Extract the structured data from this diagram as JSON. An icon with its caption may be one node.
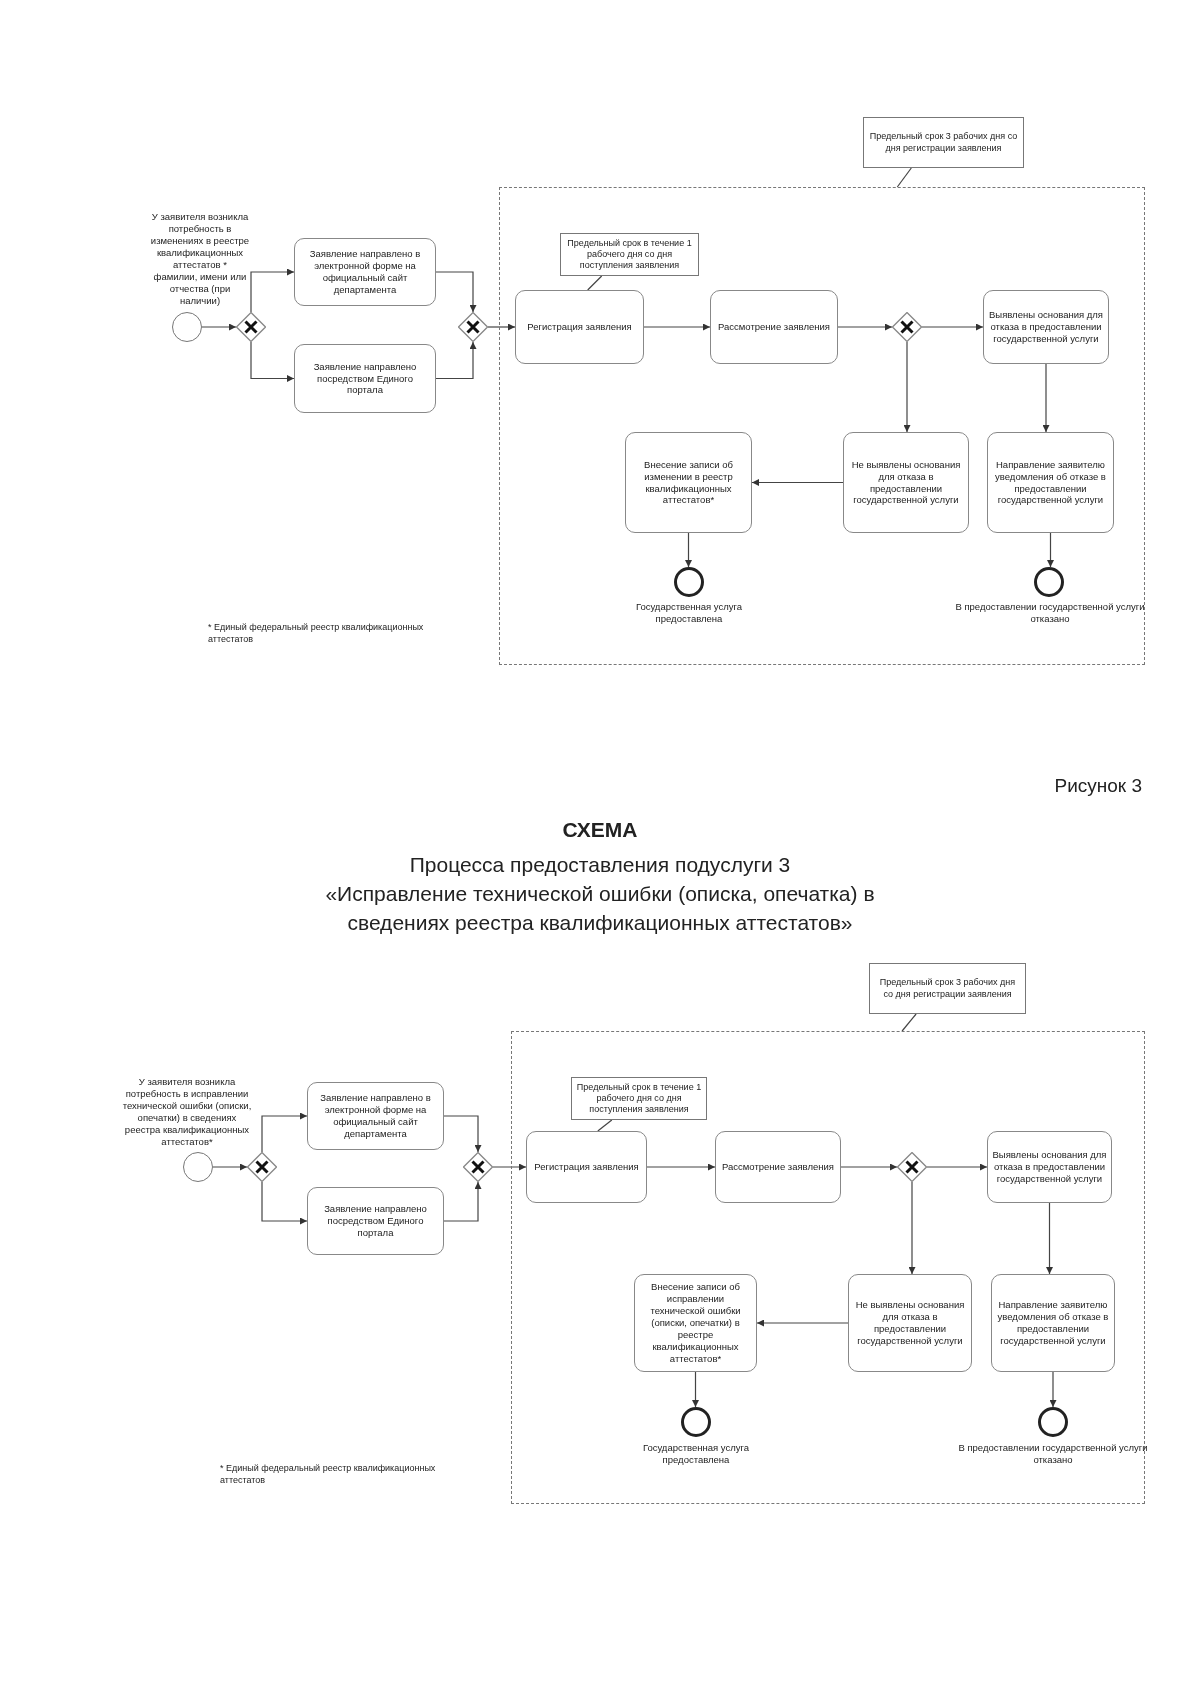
{
  "diagram": {
    "title": "СХЕМА",
    "nodes": [
      {
        "text": [],
        "shape": "circle",
        "beside": [
          "У заявителя возникла потребность в изменениях в реестре квалификационных аттестатов * фамилии, имени или отчества (при наличии)"
        ]
      },
      {
        "text": [],
        "shape": "diamond"
      },
      {
        "text": [
          "Заявление направлено в электронной форме на официальный сайт департамента"
        ]
      },
      {
        "text": [
          "Заявление направлено посредством Единого портала"
        ]
      },
      {
        "text": [],
        "shape": "diamond"
      },
      {
        "text": [
          "Предельный срок 3 рабочих дня со дня регистрации заявления"
        ]
      },
      {
        "text": [],
        "shape": "box"
      },
      {
        "text": [
          "Предельный срок в течение 1 рабочего дня со дня поступления заявления"
        ],
        "in": 6
      },
      {
        "text": [
          "Регистрация заявления"
        ],
        "in": 6
      },
      {
        "text": [
          "Рассмотрение заявления"
        ],
        "in": 6
      },
      {
        "text": [],
        "shape": "diamond",
        "in": 6
      },
      {
        "text": [
          "Выявлены основания для отказа в предоставлении государственной услуги"
        ],
        "in": 6
      },
      {
        "text": [
          "Внесение записи об изменении в реестр квалификационных аттестатов*"
        ],
        "in": 6
      },
      {
        "text": [
          "Не выявлены основания для отказа в предоставлении государственной услуги"
        ],
        "in": 6
      },
      {
        "text": [
          "Направление заявителю уведомления об отказе в предоставлении государственной услуги"
        ],
        "in": 6
      },
      {
        "text": [],
        "shape": "circle",
        "in": 6,
        "beside": [
          "Государственная услуга предоставлена"
        ]
      },
      {
        "text": [],
        "shape": "circle",
        "in": 6,
        "beside": [
          "В предоставлении государственной услуги отказано"
        ]
      },
      {
        "text": [],
        "shape": "circle",
        "beside": [
          "У заявителя возникла потребность в исправлении технической ошибки (описки, опечатки) в сведениях реестра квалификационных аттестатов*"
        ]
      },
      {
        "text": [],
        "shape": "diamond"
      },
      {
        "text": [
          "Заявление направлено в электронной форме на официальный сайт департамента"
        ]
      },
      {
        "text": [
          "Заявление направлено посредством Единого портала"
        ]
      },
      {
        "text": [],
        "shape": "diamond"
      },
      {
        "text": [
          "Предельный срок 3 рабочих дня со дня регистрации заявления"
        ]
      },
      {
        "text": [],
        "shape": "box"
      },
      {
        "text": [
          "Предельный срок в течение 1 рабочего дня со дня поступления заявления"
        ],
        "in": 23
      },
      {
        "text": [
          "Регистрация заявления"
        ],
        "in": 23
      },
      {
        "text": [
          "Рассмотрение заявления"
        ],
        "in": 23
      },
      {
        "text": [],
        "shape": "diamond",
        "in": 23
      },
      {
        "text": [
          "Выявлены основания для отказа в предоставлении государственной услуги"
        ],
        "in": 23
      },
      {
        "text": [
          "Внесение записи об исправлении технической ошибки (описки, опечатки) в реестре квалификационных аттестатов*"
        ],
        "in": 23
      },
      {
        "text": [
          "Не выявлены основания для отказа в предоставлении государственной услуги"
        ],
        "in": 23
      },
      {
        "text": [
          "Направление заявителю уведомления об отказе в предоставлении государственной услуги"
        ],
        "in": 23
      },
      {
        "text": [],
        "shape": "circle",
        "in": 23,
        "beside": [
          "Государственная услуга предоставлена"
        ]
      },
      {
        "text": [],
        "shape": "circle",
        "in": 23,
        "beside": [
          "В предоставлении государственной услуги отказано"
        ]
      }
    ],
    "edges": [
      {
        "from": 0,
        "to": 1,
        "arrow": "to"
      },
      {
        "from": 1,
        "to": 2,
        "arrow": "to"
      },
      {
        "from": 1,
        "to": 3,
        "arrow": "to"
      },
      {
        "from": 2,
        "to": 4,
        "arrow": "to"
      },
      {
        "from": 3,
        "to": 4,
        "arrow": "to"
      },
      {
        "from": 4,
        "to": 8,
        "arrow": "to"
      },
      {
        "from": 8,
        "to": 9,
        "arrow": "to"
      },
      {
        "from": 9,
        "to": 10,
        "arrow": "to"
      },
      {
        "from": 10,
        "to": 11,
        "arrow": "to"
      },
      {
        "from": 10,
        "to": 13,
        "arrow": "to"
      },
      {
        "from": 11,
        "to": 14,
        "arrow": "to"
      },
      {
        "from": 13,
        "to": 12,
        "arrow": "to"
      },
      {
        "from": 12,
        "to": 15,
        "arrow": "to"
      },
      {
        "from": 14,
        "to": 16,
        "arrow": "to"
      },
      {
        "from": 5,
        "to": 6,
        "arrow": "none"
      },
      {
        "from": 7,
        "to": 8,
        "arrow": "none"
      },
      {
        "from": 17,
        "to": 18,
        "arrow": "to"
      },
      {
        "from": 18,
        "to": 19,
        "arrow": "to"
      },
      {
        "from": 18,
        "to": 20,
        "arrow": "to"
      },
      {
        "from": 19,
        "to": 21,
        "arrow": "to"
      },
      {
        "from": 20,
        "to": 21,
        "arrow": "to"
      },
      {
        "from": 21,
        "to": 25,
        "arrow": "to"
      },
      {
        "from": 25,
        "to": 26,
        "arrow": "to"
      },
      {
        "from": 26,
        "to": 27,
        "arrow": "to"
      },
      {
        "from": 27,
        "to": 28,
        "arrow": "to"
      },
      {
        "from": 27,
        "to": 30,
        "arrow": "to"
      },
      {
        "from": 28,
        "to": 31,
        "arrow": "to"
      },
      {
        "from": 30,
        "to": 29,
        "arrow": "to"
      },
      {
        "from": 29,
        "to": 32,
        "arrow": "to"
      },
      {
        "from": 31,
        "to": 33,
        "arrow": "to"
      },
      {
        "from": 22,
        "to": 23,
        "arrow": "none"
      },
      {
        "from": 24,
        "to": 25,
        "arrow": "none"
      }
    ],
    "labels": [
      "* Единый федеральный реестр квалификационных аттестатов",
      "Рисунок 3",
      "Процесса предоставления подуслуги 3",
      "«Исправление технической ошибки (описка, опечатка) в сведениях реестра квалификационных аттестатов»",
      "* Единый федеральный реестр квалификационных аттестатов"
    ]
  }
}
